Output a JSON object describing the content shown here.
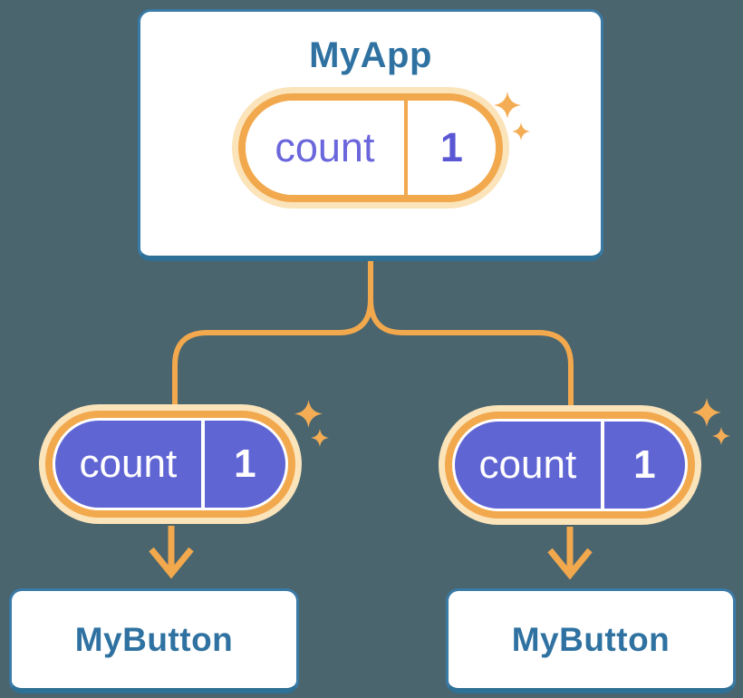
{
  "colors": {
    "canvas-bg": "#4a656e",
    "card-bg": "#ffffff",
    "card-border": "#3a7aa6",
    "card-border-bottom": "#2e7096",
    "heading-text": "#2f72a1",
    "accent-orange": "#f2a84d",
    "accent-orange-halo": "#fbe3ba",
    "sparkle-orange": "#f4ad55",
    "state-purple-fill": "#6065d4",
    "state-purple-text": "#6a66db",
    "state-value-text": "#5a57d4",
    "divider-white": "#ffffff"
  },
  "diagram": {
    "root": {
      "title": "MyApp",
      "state": {
        "label": "count",
        "value": "1"
      }
    },
    "child_left": {
      "title": "MyButton",
      "state": {
        "label": "count",
        "value": "1"
      }
    },
    "child_right": {
      "title": "MyButton",
      "state": {
        "label": "count",
        "value": "1"
      }
    }
  }
}
